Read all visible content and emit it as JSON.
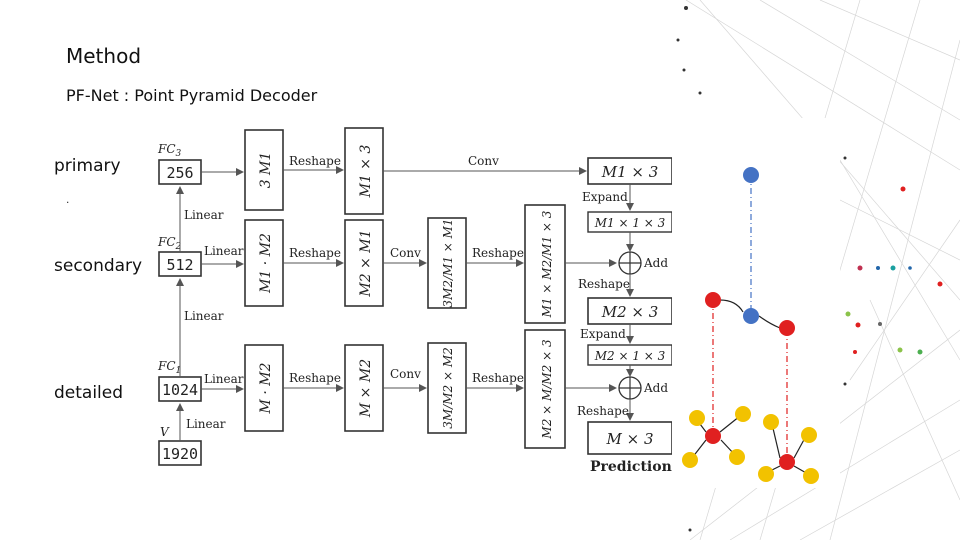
{
  "title": "Method",
  "subtitle": "PF-Net : Point Pyramid Decoder",
  "levels": {
    "primary": "primary",
    "secondary": "secondary",
    "detailed": "detailed",
    "bullet": "."
  },
  "fc": {
    "fc3": {
      "label": "FC",
      "sub": "3",
      "value": "256"
    },
    "fc2": {
      "label": "FC",
      "sub": "2",
      "value": "512"
    },
    "fc1": {
      "label": "FC",
      "sub": "1",
      "value": "1024"
    },
    "v": {
      "label": "V",
      "value": "1920"
    }
  },
  "ops": {
    "linear": "Linear",
    "reshape": "Reshape",
    "conv": "Conv",
    "expand": "Expand",
    "add": "Add",
    "prediction": "Prediction"
  },
  "boxes": {
    "r1_b1": "3 M1",
    "r1_b2": "M1 × 3",
    "r2_b1": "M1 · M2",
    "r2_b2": "M2 × M1",
    "r2_b3": "3M2/M1 × M1",
    "r2_b4": "M1 × M2/M1 × 3",
    "r3_b1": "M · M2",
    "r3_b2": "M × M2",
    "r3_b3": "3M/M2 × M2",
    "r3_b4": "M2 × M/M2 × 3",
    "out1": "M1 × 3",
    "exp1": "M1 × 1 × 3",
    "out2": "M2 × 3",
    "exp2": "M2 × 1 × 3",
    "out3": "M × 3"
  },
  "colors": {
    "primary_point": "#4472c4",
    "secondary_point": "#e02020",
    "detailed_point": "#f2c200",
    "arrow_blue": "#4472c4",
    "arrow_red": "#e02020",
    "arrow_yellow": "#f2c200"
  }
}
